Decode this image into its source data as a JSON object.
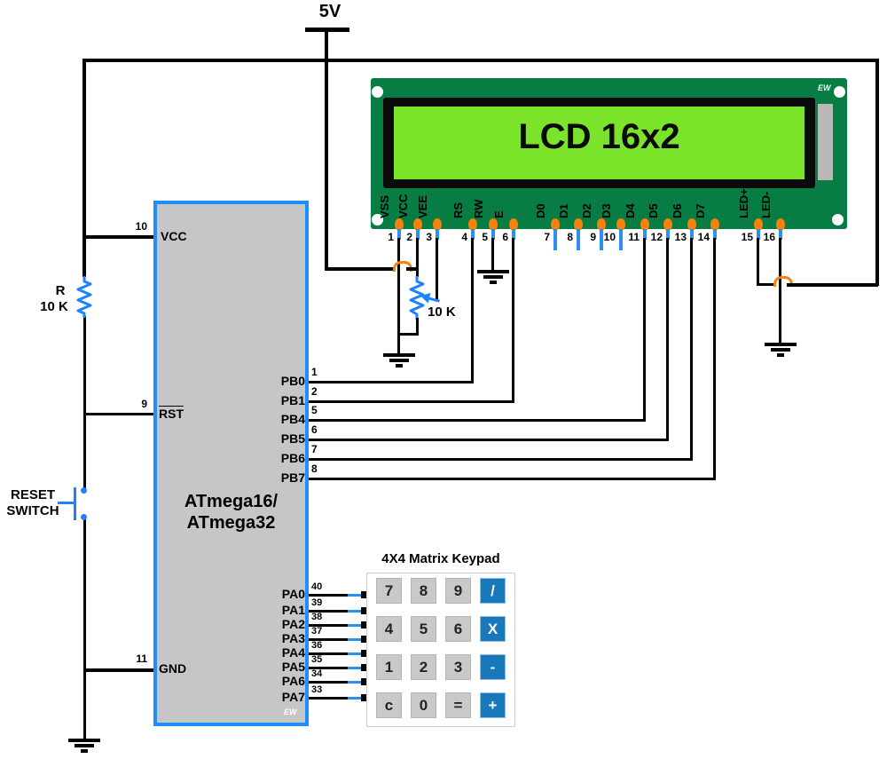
{
  "colors": {
    "pcb-green": "#087d43",
    "screen-green": "#7ce32b",
    "chip-gray": "#c6c6c6",
    "chip-blue": "#1e8fff",
    "pin-blue": "#2f8fee",
    "pad-orange": "#f5820a",
    "component-blue": "#1e82ff",
    "key-gray": "#c9c9c9",
    "key-blue": "#1878ba"
  },
  "power": {
    "label": "5V"
  },
  "lcd": {
    "title": "LCD 16x2",
    "brand": "EW",
    "pins": [
      {
        "number": "1",
        "name": "VSS"
      },
      {
        "number": "2",
        "name": "VCC"
      },
      {
        "number": "3",
        "name": "VEE"
      },
      {
        "number": "4",
        "name": "RS"
      },
      {
        "number": "5",
        "name": "RW"
      },
      {
        "number": "6",
        "name": "E"
      },
      {
        "number": "7",
        "name": "D0"
      },
      {
        "number": "8",
        "name": "D1"
      },
      {
        "number": "9",
        "name": "D2"
      },
      {
        "number": "10",
        "name": "D3"
      },
      {
        "number": "11",
        "name": "D4"
      },
      {
        "number": "12",
        "name": "D5"
      },
      {
        "number": "13",
        "name": "D6"
      },
      {
        "number": "14",
        "name": "D7"
      },
      {
        "number": "15",
        "name": "LED+"
      },
      {
        "number": "16",
        "name": "LED-"
      }
    ]
  },
  "mcu": {
    "name_line1": "ATmega16/",
    "name_line2": "ATmega32",
    "brand": "EW",
    "left_pins": [
      {
        "number": "10",
        "name": "VCC"
      },
      {
        "number": "9",
        "name": "RST"
      },
      {
        "number": "11",
        "name": "GND"
      }
    ],
    "pb_pins": [
      {
        "number": "1",
        "name": "PB0"
      },
      {
        "number": "2",
        "name": "PB1"
      },
      {
        "number": "5",
        "name": "PB4"
      },
      {
        "number": "6",
        "name": "PB5"
      },
      {
        "number": "7",
        "name": "PB6"
      },
      {
        "number": "8",
        "name": "PB7"
      }
    ],
    "pa_pins": [
      {
        "number": "40",
        "name": "PA0"
      },
      {
        "number": "39",
        "name": "PA1"
      },
      {
        "number": "38",
        "name": "PA2"
      },
      {
        "number": "37",
        "name": "PA3"
      },
      {
        "number": "36",
        "name": "PA4"
      },
      {
        "number": "35",
        "name": "PA5"
      },
      {
        "number": "34",
        "name": "PA6"
      },
      {
        "number": "33",
        "name": "PA7"
      }
    ]
  },
  "resistor": {
    "ref": "R",
    "value": "10 K"
  },
  "potentiometer": {
    "value": "10 K"
  },
  "reset_switch": {
    "line1": "RESET",
    "line2": "SWITCH"
  },
  "keypad": {
    "title": "4X4 Matrix Keypad",
    "keys": [
      {
        "label": "7"
      },
      {
        "label": "8"
      },
      {
        "label": "9"
      },
      {
        "label": "/"
      },
      {
        "label": "4"
      },
      {
        "label": "5"
      },
      {
        "label": "6"
      },
      {
        "label": "X"
      },
      {
        "label": "1"
      },
      {
        "label": "2"
      },
      {
        "label": "3"
      },
      {
        "label": "-"
      },
      {
        "label": "c"
      },
      {
        "label": "0"
      },
      {
        "label": "="
      },
      {
        "label": "+"
      }
    ]
  }
}
